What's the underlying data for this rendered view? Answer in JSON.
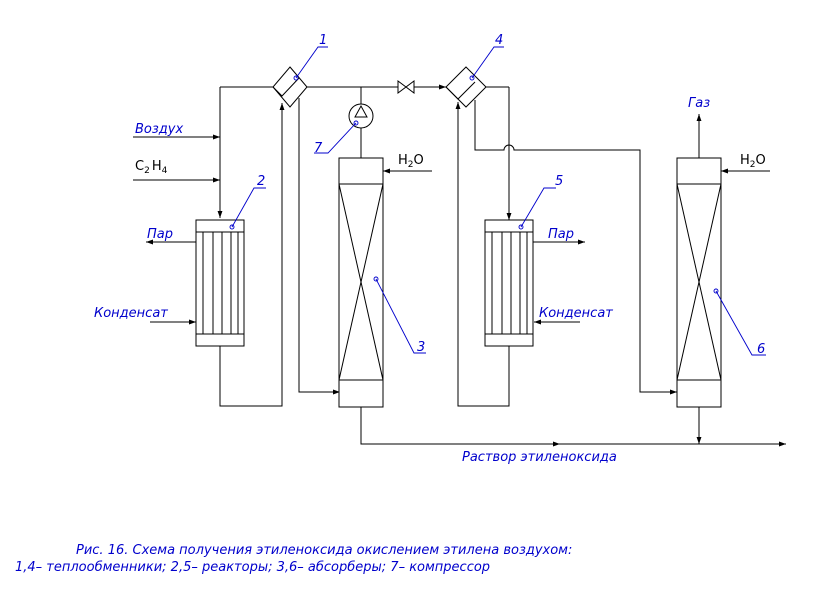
{
  "inputs": {
    "air": "Воздух",
    "ethylene_main": "C",
    "ethylene_sub1": "2",
    "ethylene_mid": "H",
    "ethylene_sub2": "4"
  },
  "streams": {
    "steam_1": "Пар",
    "steam_2": "Пар",
    "condensate_1": "Конденсат",
    "condensate_2": "Конденсат",
    "water_1_main": "H",
    "water_1_sub": "2",
    "water_1_end": "O",
    "water_2_main": "H",
    "water_2_sub": "2",
    "water_2_end": "O",
    "gas": "Газ",
    "product": "Раствор этиленоксида"
  },
  "item_numbers": {
    "n1": "1",
    "n2": "2",
    "n3": "3",
    "n4": "4",
    "n5": "5",
    "n6": "6",
    "n7": "7"
  },
  "caption": {
    "line1": "Рис. 16.  Схема получения этиленоксида окислением этилена воздухом:",
    "line2": "1,4– теплообменники; 2,5– реакторы; 3,6– абсорберы; 7– компрессор"
  }
}
